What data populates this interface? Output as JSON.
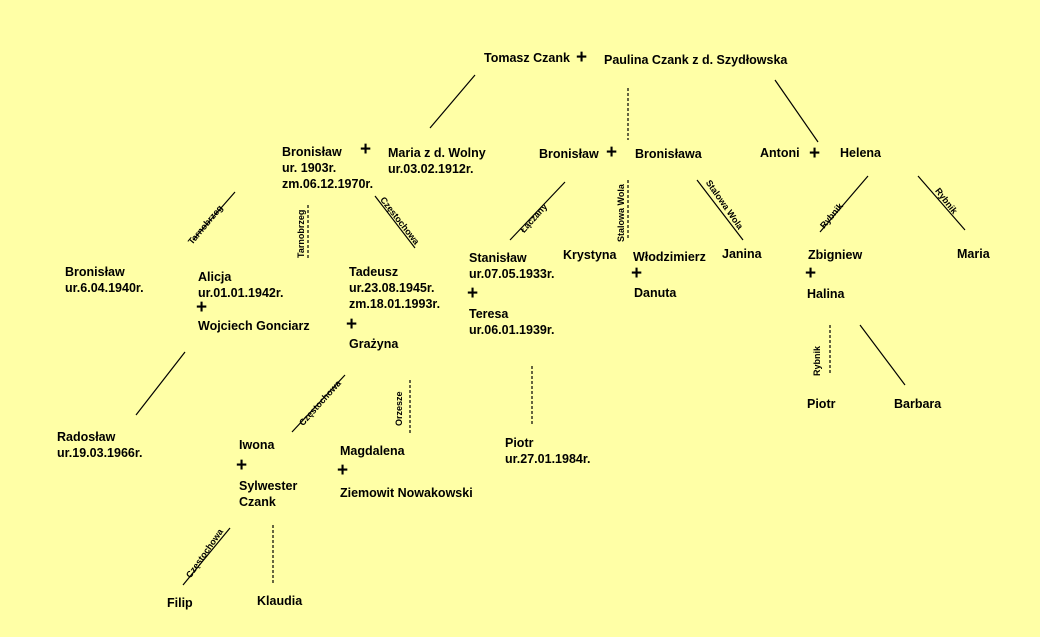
{
  "colors": {
    "background": "#FFFFA6",
    "ink": "#000000"
  },
  "marriage_symbol": "+",
  "people": {
    "tomasz": [
      "Tomasz Czank"
    ],
    "paulina": [
      "Paulina Czank z d. Szydłowska"
    ],
    "bronislaw1": [
      "Bronisław",
      "ur. 1903r.",
      "zm.06.12.1970r."
    ],
    "maria1": [
      "Maria z d. Wolny",
      "ur.03.02.1912r."
    ],
    "bronislaw2": [
      "Bronisław"
    ],
    "bronislawa": [
      "Bronisława"
    ],
    "antoni": [
      "Antoni"
    ],
    "helena": [
      "Helena"
    ],
    "bronislaw3": [
      "Bronisław",
      "ur.6.04.1940r."
    ],
    "alicja": [
      "Alicja",
      "ur.01.01.1942r."
    ],
    "wojciech": [
      "Wojciech Gonciarz"
    ],
    "tadeusz": [
      "Tadeusz",
      "ur.23.08.1945r.",
      "zm.18.01.1993r."
    ],
    "grazyna": [
      "Grażyna"
    ],
    "stanislaw": [
      "Stanisław",
      "ur.07.05.1933r."
    ],
    "teresa": [
      "Teresa",
      "ur.06.01.1939r."
    ],
    "krystyna": [
      "Krystyna"
    ],
    "wlodzimierz": [
      "Włodzimierz"
    ],
    "danuta": [
      "Danuta"
    ],
    "janina": [
      "Janina"
    ],
    "zbigniew": [
      "Zbigniew"
    ],
    "halina": [
      "Halina"
    ],
    "maria2": [
      "Maria"
    ],
    "radoslaw": [
      "Radosław",
      "ur.19.03.1966r."
    ],
    "iwona": [
      "Iwona"
    ],
    "sylwester": [
      "Sylwester",
      "Czank"
    ],
    "magdalena": [
      "Magdalena"
    ],
    "ziemowit": [
      "Ziemowit  Nowakowski"
    ],
    "piotr1": [
      "Piotr",
      "ur.27.01.1984r."
    ],
    "piotr2": [
      "Piotr"
    ],
    "barbara": [
      "Barbara"
    ],
    "filip": [
      "Filip"
    ],
    "klaudia": [
      "Klaudia"
    ]
  },
  "places": {
    "tarnobrzeg_a": "Tarnobrzeg",
    "tarnobrzeg_b": "Tarnobrzeg",
    "czestochowa_a": "Częstochowa",
    "laczany": "Łączany",
    "stalowa_wola_a": "Stalowa Wola",
    "stalowa_wola_b": "Stalowa Wola",
    "rybnik_a": "Rybnik",
    "rybnik_b": "Rybnik",
    "czestochowa_b": "Częstochowa",
    "orzesze": "Orzesze",
    "rybnik_c": "Rybnik",
    "czestochowa_c": "Częstochowa"
  }
}
